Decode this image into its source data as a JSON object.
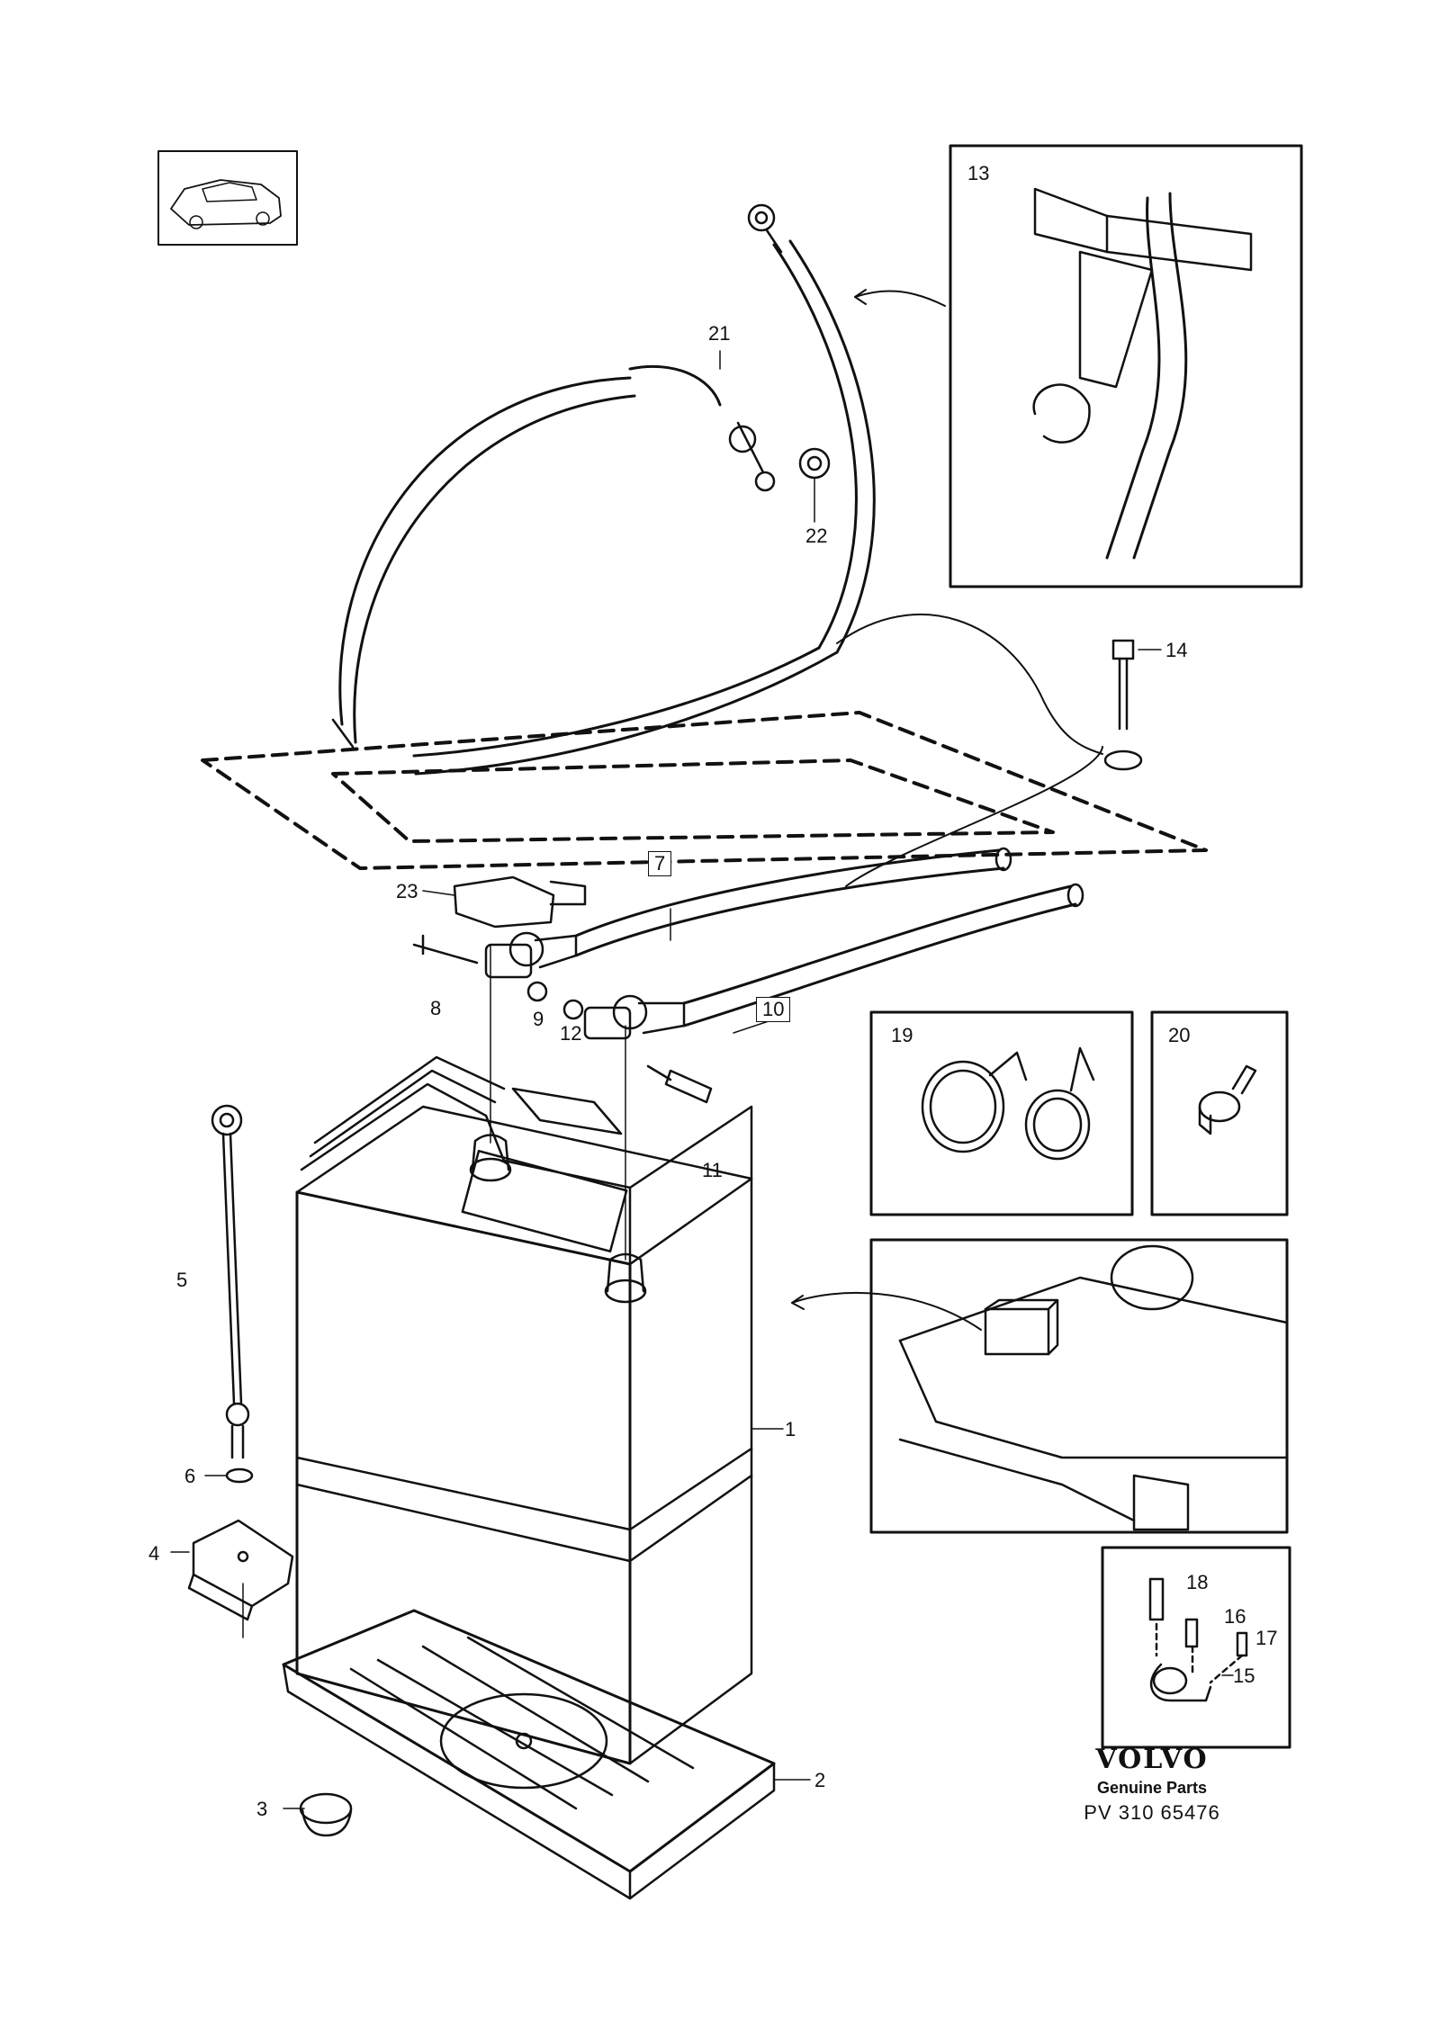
{
  "labels": {
    "battery": "1",
    "tray": "2",
    "plug": "3",
    "bracket": "4",
    "rod": "5",
    "washer": "6",
    "cable_ref_7": "7",
    "bolt_8": "8",
    "nut_9": "9",
    "cable_ref_10": "10",
    "screw_11": "11",
    "washer_12": "12",
    "inset_clip": "13",
    "bolt_14": "14",
    "clamp_15": "15",
    "screw_16": "16",
    "screw_17": "17",
    "bolt_18": "18",
    "inset_ties": "19",
    "inset_clamp": "20",
    "cable_end_21": "21",
    "nut_22": "22",
    "cover_23": "23"
  },
  "brand": {
    "logo": "VOLVO",
    "subtitle": "Genuine Parts",
    "code": "PV 310 65476"
  }
}
